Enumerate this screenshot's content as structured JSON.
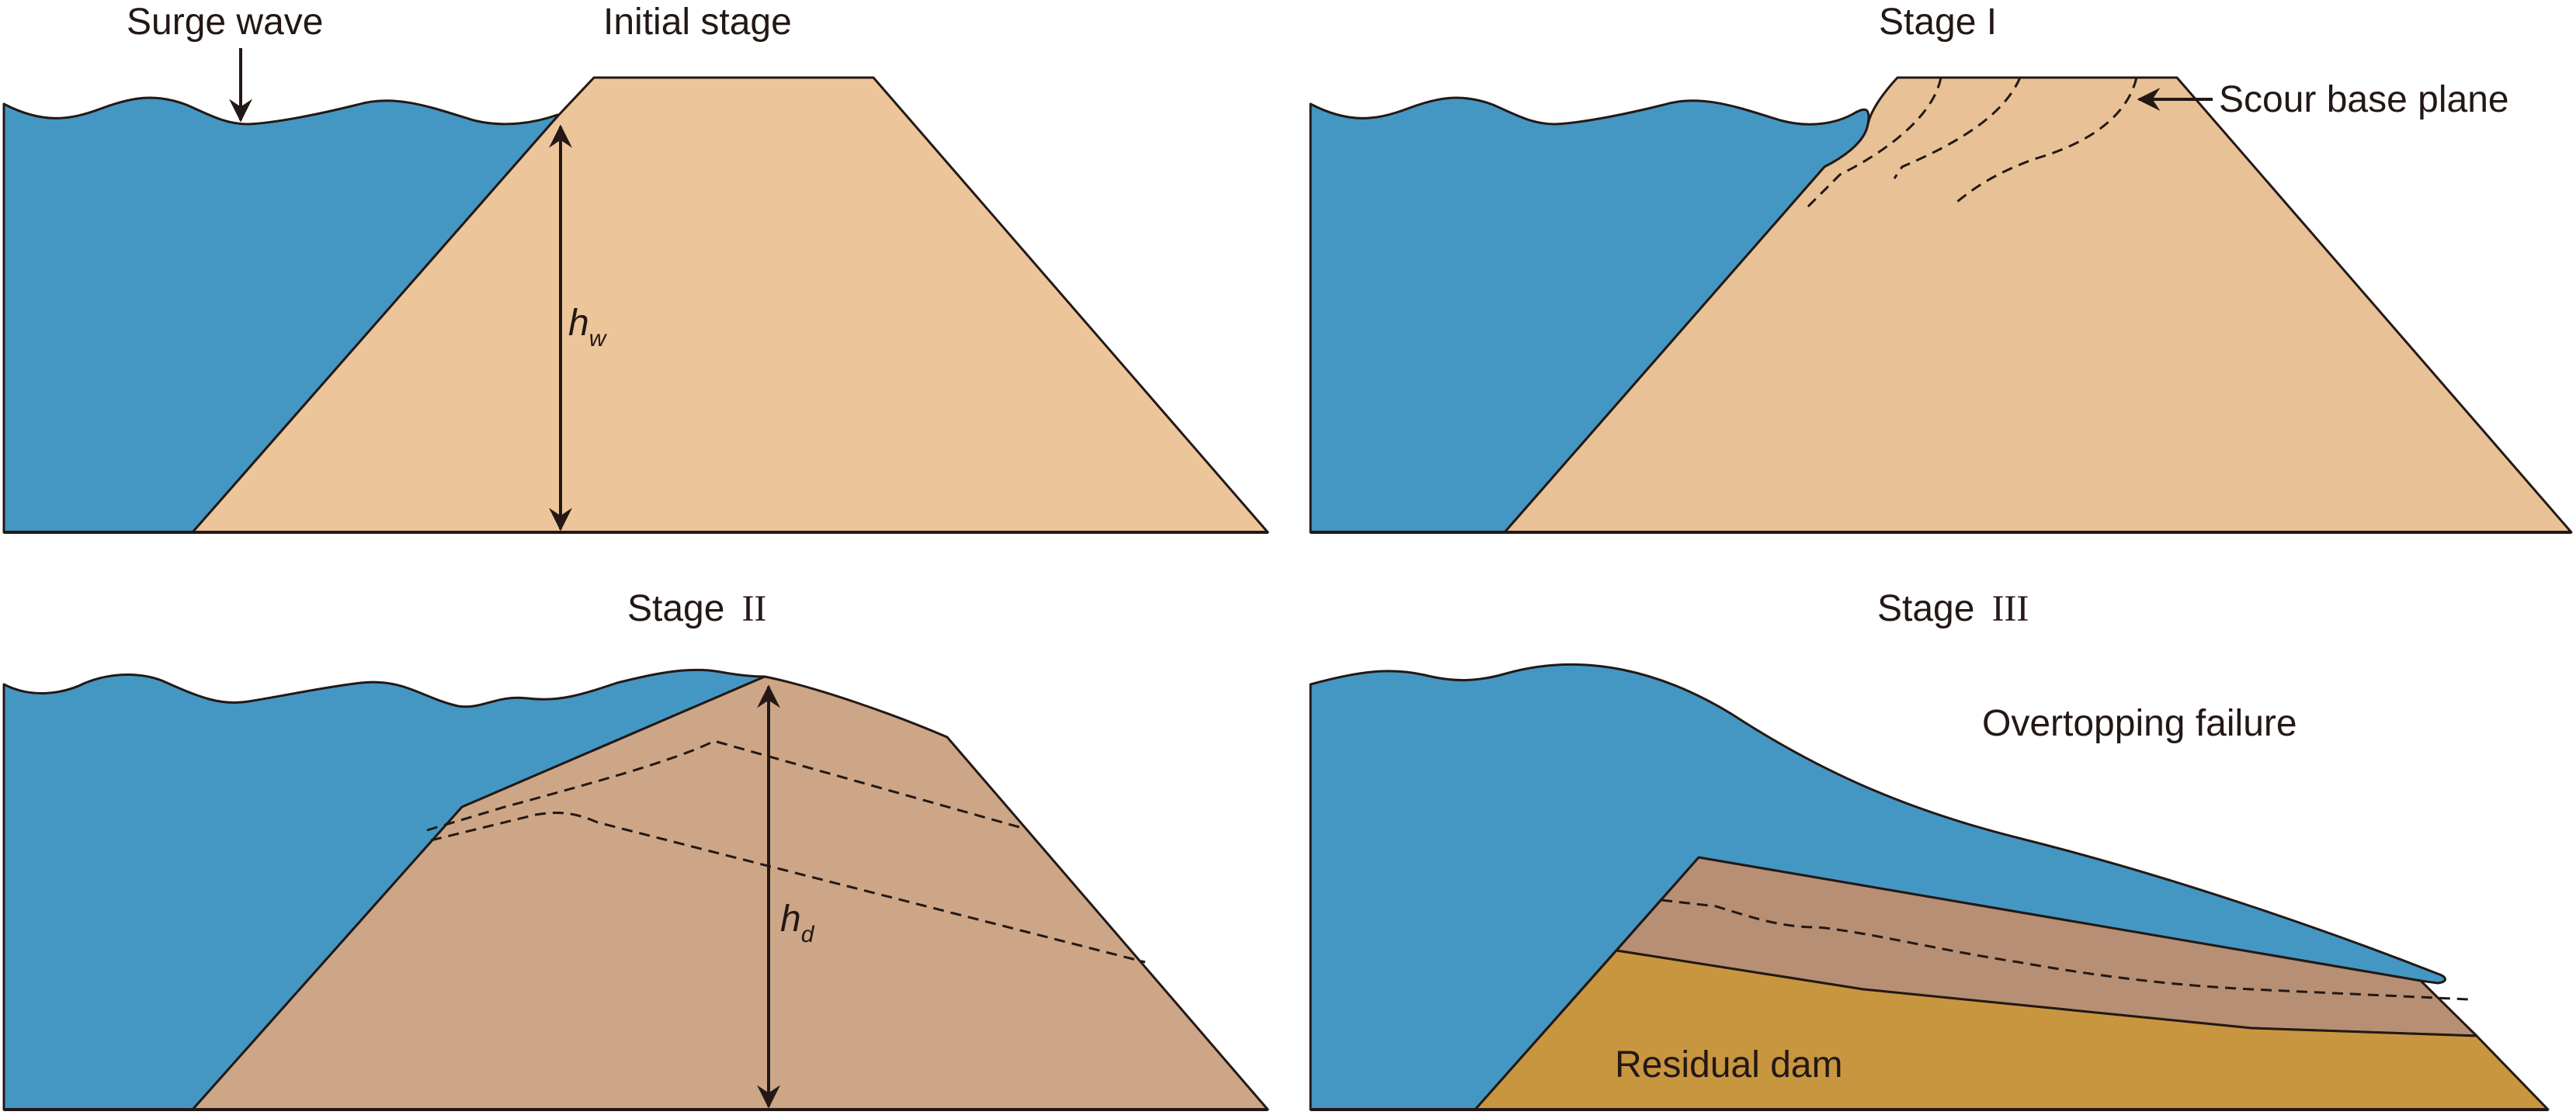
{
  "colors": {
    "water": "#4497C3",
    "dam_initial": "#EDC59A",
    "dam_stage1": "#E8C196",
    "dam_stage2": "#CCA686",
    "dam_stage3_eroded": "#B68F74",
    "residual_dam": "#C8963F",
    "outline": "#231815"
  },
  "panels": {
    "initial": {
      "title": "Initial stage",
      "surge_label": "Surge wave",
      "height_symbol": "h",
      "height_subscript": "w"
    },
    "stage1": {
      "title": "Stage I",
      "scour_label": "Scour base plane"
    },
    "stage2": {
      "title_prefix": "Stage",
      "title_numeral": "II",
      "height_symbol": "h",
      "height_subscript": "d"
    },
    "stage3": {
      "title_prefix": "Stage",
      "title_numeral": "III",
      "failure_label": "Overtopping failure",
      "residual_label": "Residual dam"
    }
  }
}
